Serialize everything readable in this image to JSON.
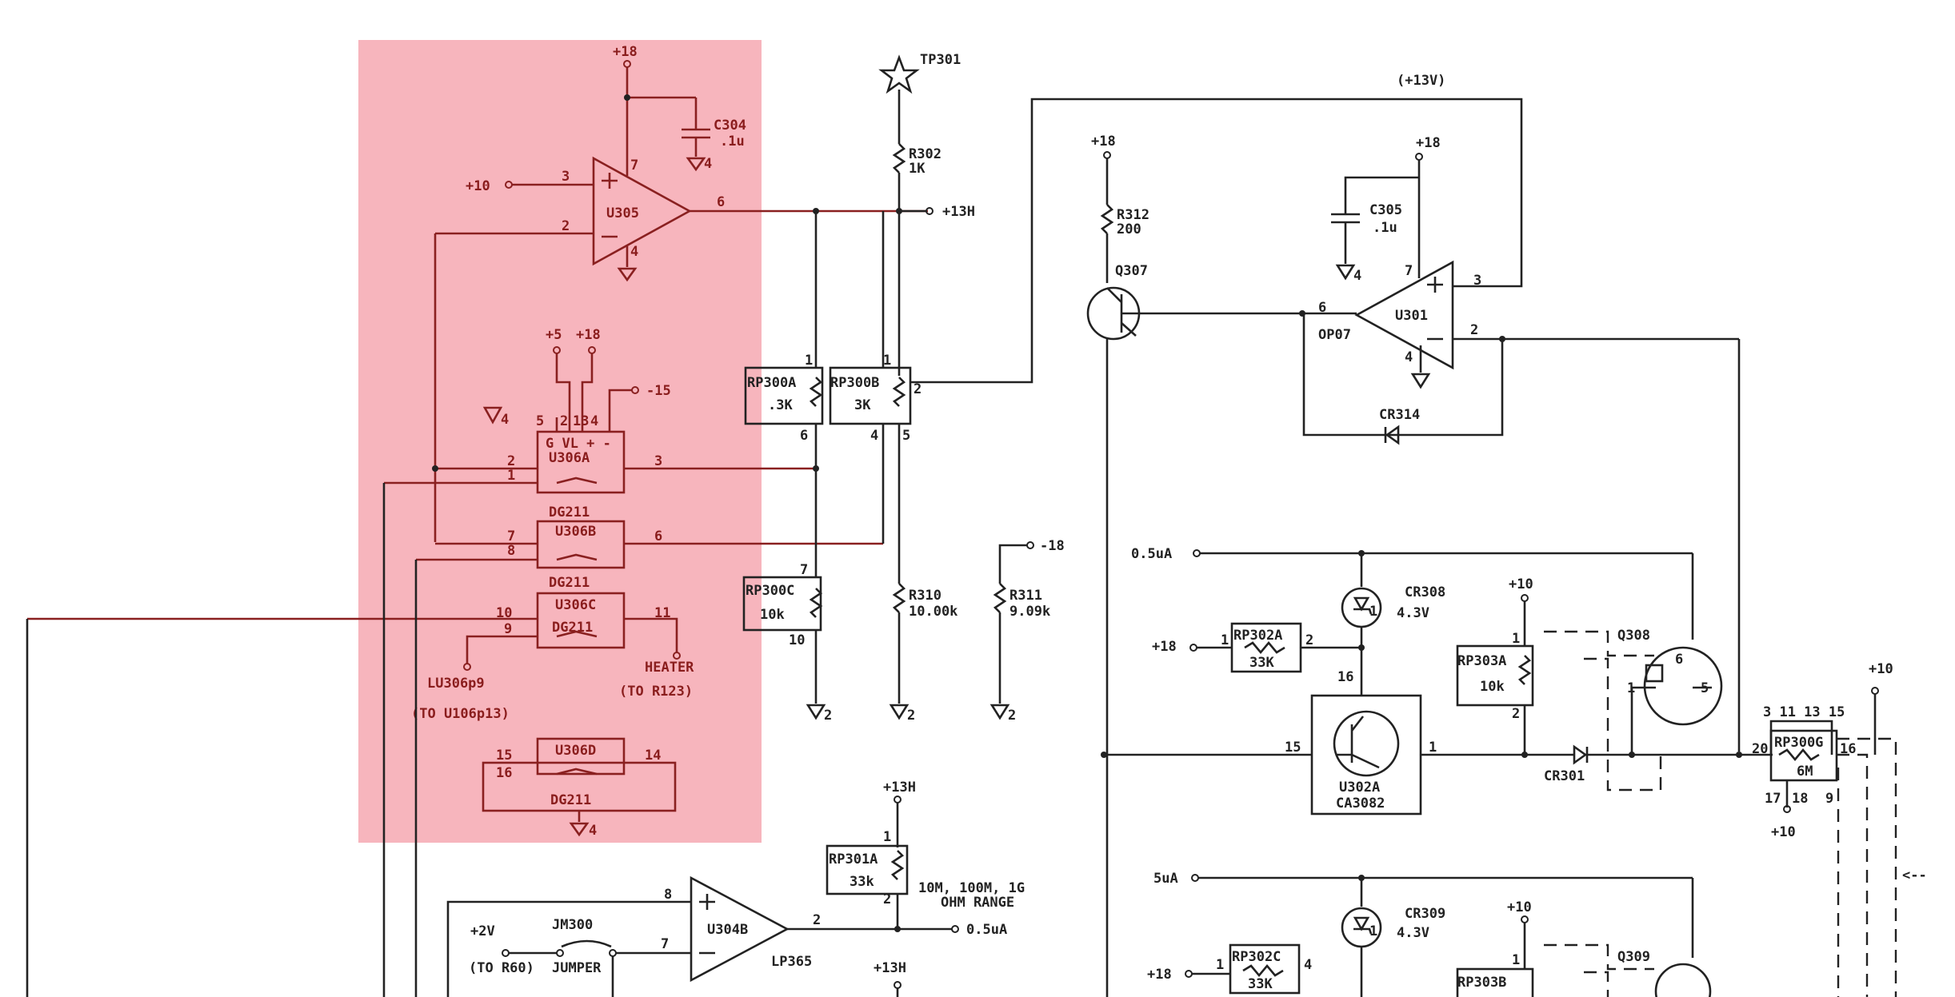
{
  "highlight_color": "#f7b5bd",
  "labels": {
    "tp301": "TP301",
    "r302": "R302",
    "r302_val": "1K",
    "p13v": "(+13V)",
    "plus18": "+18",
    "plus10": "+10",
    "plus5": "+5",
    "minus15": "-15",
    "minus18": "-18",
    "c304": "C304",
    "c304_val": ".1u",
    "c305": "C305",
    "c305_val": ".1u",
    "u305": "U305",
    "net_13h": "+13H",
    "r312": "R312",
    "r312_val": "200",
    "q307": "Q307",
    "u301": "U301",
    "op07": "OP07",
    "cr314": "CR314",
    "rp300a": "RP300A",
    "rp300a_val": ".3K",
    "rp300b": "RP300B",
    "rp300b_val": "3K",
    "rp300c": "RP300C",
    "rp300c_val": "10k",
    "u306a": "U306A",
    "u306a_pins": "G VL + -",
    "u306b": "U306B",
    "u306c": "U306C",
    "u306d": "U306D",
    "dg211": "DG211",
    "heater": "HEATER",
    "to_r123": "(TO R123)",
    "lu306p9": "LU306p9",
    "to_u106p13": "(TO U106p13)",
    "r310": "R310",
    "r310_val": "10.00k",
    "r311": "R311",
    "r311_val": "9.09k",
    "net_05ua": "0.5uA",
    "cr308": "CR308",
    "cr308_val": "4.3V",
    "cr309": "CR309",
    "cr309_val": "4.3V",
    "rp302a": "RP302A",
    "rp302a_val": "33K",
    "rp302c": "RP302C",
    "rp302c_val": "33K",
    "rp303a": "RP303A",
    "rp303a_val": "10k",
    "rp303b": "RP303B",
    "q308": "Q308",
    "q309": "Q309",
    "u302a": "U302A",
    "ca3082": "CA3082",
    "cr301": "CR301",
    "rp300g": "RP300G",
    "rp300g_val": "6M",
    "rp301a": "RP301A",
    "rp301a_val": "33k",
    "ohm_range": "10M, 100M, 1G",
    "ohm_range2": "OHM RANGE",
    "net_05ua_out": "0.5uA",
    "u304b": "U304B",
    "lp365": "LP365",
    "jm300": "JM300",
    "jumper": "JUMPER",
    "plus2v": "+2V",
    "to_r60": "(TO R60)",
    "net_5ua": "5uA",
    "arrow": "<--",
    "pin_labels": {
      "p1": "1",
      "p2": "2",
      "p3": "3",
      "p4": "4",
      "p5": "5",
      "p6": "6",
      "p7": "7",
      "p8": "8",
      "p9": "9",
      "p10": "10",
      "p11": "11",
      "p13": "13",
      "p14": "14",
      "p15": "15",
      "p16": "16",
      "p17": "17",
      "p18": "18",
      "p20": "20",
      "pins_top": "3 11 13 15"
    },
    "gnd4": "4",
    "gnd2": "2"
  }
}
